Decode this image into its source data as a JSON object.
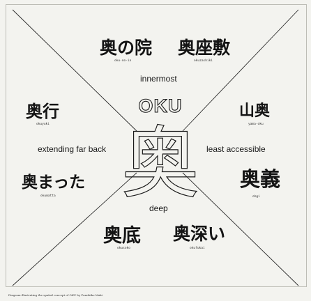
{
  "terms": {
    "oku_no_in": {
      "kanji": "奥の院",
      "romaji": "oku-no-in"
    },
    "okuzashiki": {
      "kanji": "奥座敷",
      "romaji": "okuzashiki"
    },
    "okuyuki": {
      "kanji": "奥行",
      "romaji": "okuyuki"
    },
    "yama_oku": {
      "kanji": "山奥",
      "romaji": "yama-oku"
    },
    "okumatta": {
      "kanji": "奥まった",
      "romaji": "okumatta"
    },
    "ohgi": {
      "kanji": "奥義",
      "romaji": "ohgi"
    },
    "okusoko": {
      "kanji": "奥底",
      "romaji": "okusoko"
    },
    "okufukai": {
      "kanji": "奥深い",
      "romaji": "okufukai"
    }
  },
  "labels": {
    "innermost": "innermost",
    "extending_far_back": "extending far back",
    "least_accessible": "least accessible",
    "deep": "deep",
    "oku": "OKU"
  },
  "center_kanji": "奥",
  "caption": "Diagram illustrating the spatial concept of OKU by Fumihiko Maki"
}
